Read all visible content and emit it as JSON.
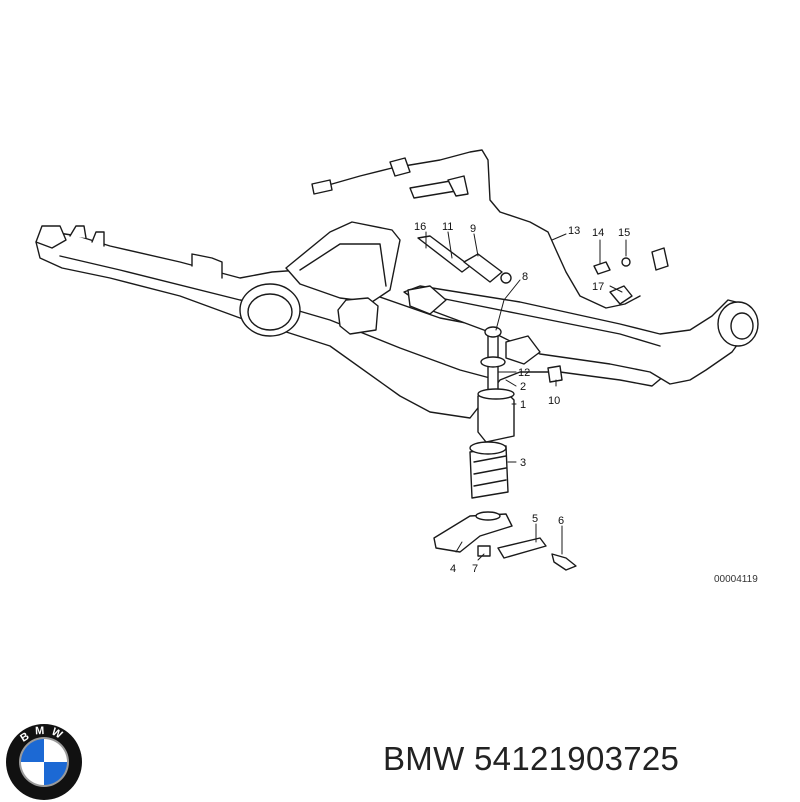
{
  "diagram": {
    "callouts": [
      "1",
      "2",
      "3",
      "4",
      "5",
      "6",
      "7",
      "8",
      "9",
      "10",
      "11",
      "12",
      "13",
      "14",
      "15",
      "16",
      "17"
    ],
    "figure_number": "00004119"
  },
  "brand": {
    "logo_letters": "BMW",
    "name": "BMW",
    "part_number": "54121903725",
    "colors": {
      "blue": "#1c69d4",
      "ring": "#111111",
      "silver": "#9a9a9a"
    }
  }
}
